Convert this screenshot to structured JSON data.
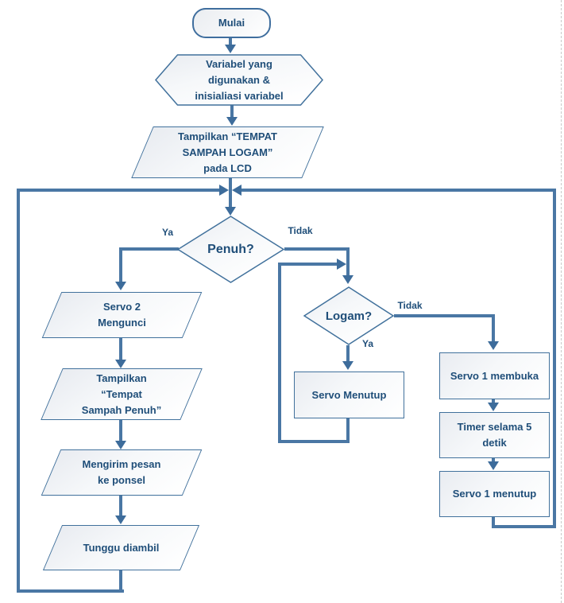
{
  "title": "Flowchart Tempat Sampah Logam",
  "colors": {
    "connector_line": "#4a77a4",
    "arrowhead": "#3d6c9b",
    "shape_border": "#41719c",
    "shape_fill_top": "#e9ecf1",
    "shape_fill_bottom": "#ffffff",
    "text": "#1f4e79",
    "page_guide_dashed": "#c9c9c9"
  },
  "nodes": {
    "start": {
      "type": "terminator",
      "lines": [
        "Mulai"
      ]
    },
    "init": {
      "type": "preparation",
      "lines": [
        "Variabel yang",
        "digunakan &",
        "inisialiasi variabel"
      ]
    },
    "display_lcd": {
      "type": "input-output",
      "lines": [
        "Tampilkan “TEMPAT",
        "SAMPAH LOGAM”",
        "pada LCD"
      ]
    },
    "full_decision": {
      "type": "decision",
      "lines": [
        "Penuh?"
      ]
    },
    "servo2_lock": {
      "type": "input-output",
      "lines": [
        "Servo 2",
        "Mengunci"
      ]
    },
    "display_full": {
      "type": "input-output",
      "lines": [
        "Tampilkan",
        "“Tempat",
        "Sampah Penuh”"
      ]
    },
    "send_message": {
      "type": "input-output",
      "lines": [
        "Mengirim pesan",
        "ke ponsel"
      ]
    },
    "wait_taken": {
      "type": "input-output",
      "lines": [
        "Tunggu diambil"
      ]
    },
    "metal_decision": {
      "type": "decision",
      "lines": [
        "Logam?"
      ]
    },
    "servo_close": {
      "type": "process",
      "lines": [
        "Servo Menutup"
      ]
    },
    "servo1_open": {
      "type": "process",
      "lines": [
        "Servo 1 membuka"
      ]
    },
    "timer": {
      "type": "process",
      "lines": [
        "Timer selama 5",
        "detik"
      ]
    },
    "servo1_close": {
      "type": "process",
      "lines": [
        "Servo 1 menutup"
      ]
    }
  },
  "edge_labels": {
    "penuh_ya": "Ya",
    "penuh_tidak": "Tidak",
    "logam_ya": "Ya",
    "logam_tidak": "Tidak"
  },
  "flow": [
    {
      "from": "start",
      "to": "init"
    },
    {
      "from": "init",
      "to": "display_lcd"
    },
    {
      "from": "display_lcd",
      "to": "full_decision"
    },
    {
      "from": "full_decision",
      "to": "servo2_lock",
      "label": "Ya"
    },
    {
      "from": "full_decision",
      "to": "metal_decision",
      "label": "Tidak"
    },
    {
      "from": "servo2_lock",
      "to": "display_full"
    },
    {
      "from": "display_full",
      "to": "send_message"
    },
    {
      "from": "send_message",
      "to": "wait_taken"
    },
    {
      "from": "wait_taken",
      "to": "full_decision",
      "note": "loop back via left edge to junction above Penuh?"
    },
    {
      "from": "metal_decision",
      "to": "servo_close",
      "label": "Ya"
    },
    {
      "from": "metal_decision",
      "to": "servo1_open",
      "label": "Tidak"
    },
    {
      "from": "servo_close",
      "to": "metal_decision",
      "note": "loop back up into arrow entering Logam?"
    },
    {
      "from": "servo1_open",
      "to": "timer"
    },
    {
      "from": "timer",
      "to": "servo1_close"
    },
    {
      "from": "servo1_close",
      "to": "full_decision",
      "note": "loop back via right edge to junction above Penuh?"
    }
  ]
}
